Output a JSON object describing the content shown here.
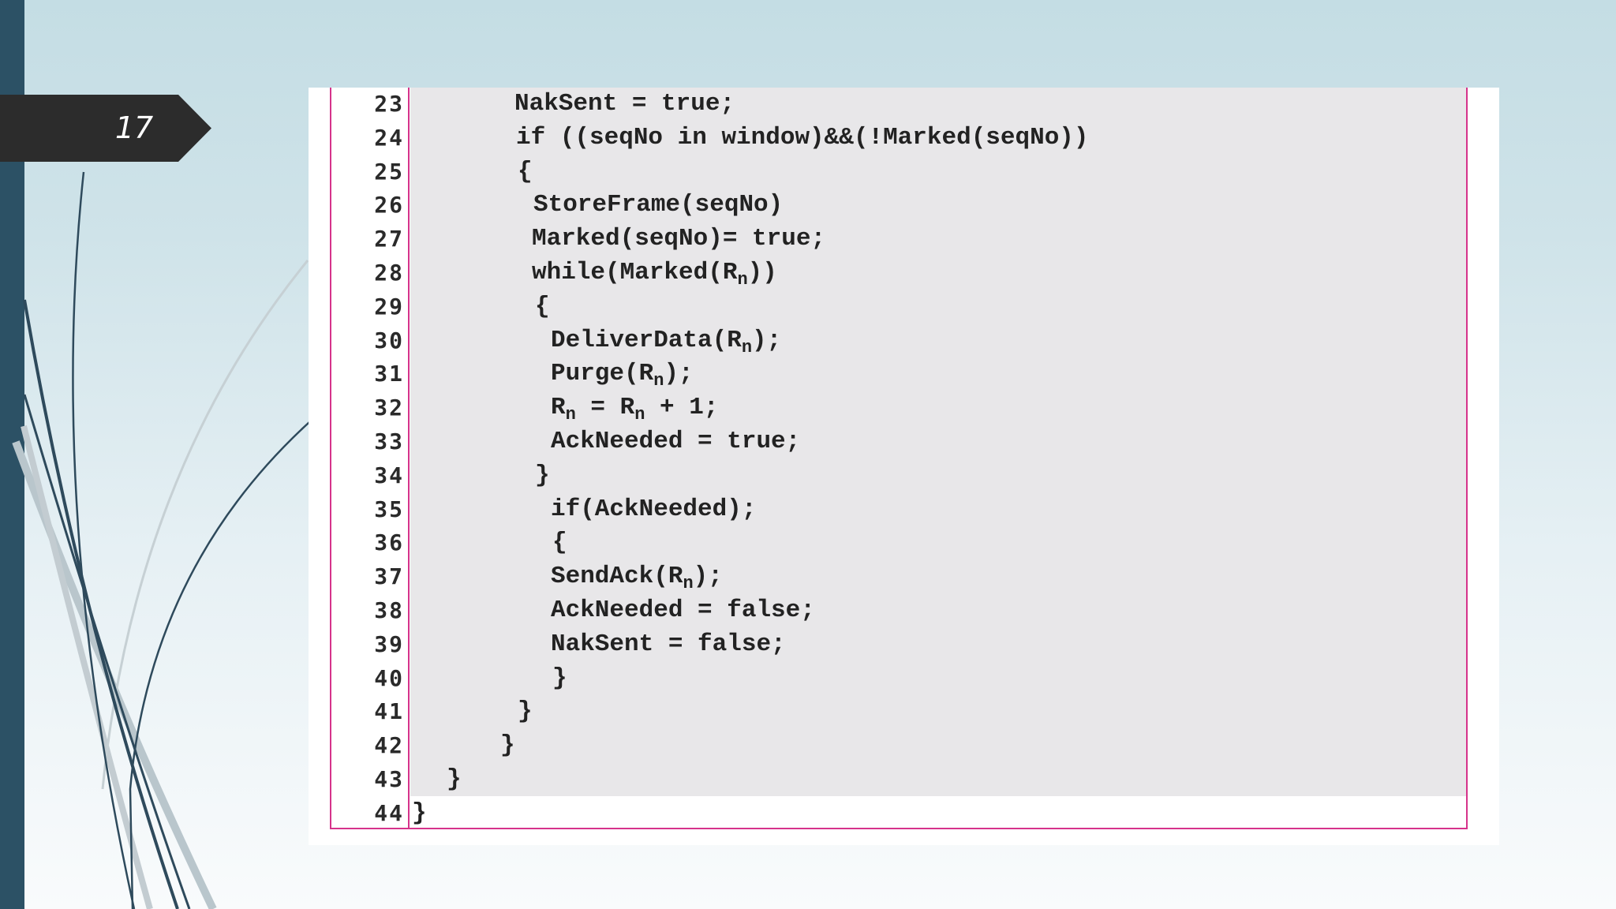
{
  "slide": {
    "number": "17"
  },
  "code": {
    "lines": [
      {
        "num": "23",
        "indent": 652,
        "parts": [
          {
            "t": "NakSent = true;"
          }
        ]
      },
      {
        "num": "24",
        "indent": 654,
        "parts": [
          {
            "t": "if ((seqNo in window)&&(!Marked(seqNo))"
          }
        ]
      },
      {
        "num": "25",
        "indent": 656,
        "parts": [
          {
            "t": "{"
          }
        ]
      },
      {
        "num": "26",
        "indent": 676,
        "parts": [
          {
            "t": "StoreFrame(seqNo)"
          }
        ]
      },
      {
        "num": "27",
        "indent": 674,
        "parts": [
          {
            "t": "Marked(seqNo)= true;"
          }
        ]
      },
      {
        "num": "28",
        "indent": 674,
        "parts": [
          {
            "t": "while(Marked(R"
          },
          {
            "s": "n"
          },
          {
            "t": "))"
          }
        ]
      },
      {
        "num": "29",
        "indent": 678,
        "parts": [
          {
            "t": "{"
          }
        ]
      },
      {
        "num": "30",
        "indent": 698,
        "parts": [
          {
            "t": "DeliverData(R"
          },
          {
            "s": "n"
          },
          {
            "t": ");"
          }
        ]
      },
      {
        "num": "31",
        "indent": 698,
        "parts": [
          {
            "t": "Purge(R"
          },
          {
            "s": "n"
          },
          {
            "t": ");"
          }
        ]
      },
      {
        "num": "32",
        "indent": 698,
        "parts": [
          {
            "t": "R"
          },
          {
            "s": "n"
          },
          {
            "t": " = R"
          },
          {
            "s": "n"
          },
          {
            "t": " + 1;"
          }
        ]
      },
      {
        "num": "33",
        "indent": 698,
        "parts": [
          {
            "t": "AckNeeded = true;"
          }
        ]
      },
      {
        "num": "34",
        "indent": 678,
        "parts": [
          {
            "t": "}"
          }
        ]
      },
      {
        "num": "35",
        "indent": 698,
        "parts": [
          {
            "t": "if(AckNeeded);"
          }
        ]
      },
      {
        "num": "36",
        "indent": 700,
        "parts": [
          {
            "t": "{"
          }
        ]
      },
      {
        "num": "37",
        "indent": 698,
        "parts": [
          {
            "t": "SendAck(R"
          },
          {
            "s": "n"
          },
          {
            "t": ");"
          }
        ]
      },
      {
        "num": "38",
        "indent": 698,
        "parts": [
          {
            "t": "AckNeeded = false;"
          }
        ]
      },
      {
        "num": "39",
        "indent": 698,
        "parts": [
          {
            "t": "NakSent = false;"
          }
        ]
      },
      {
        "num": "40",
        "indent": 700,
        "parts": [
          {
            "t": "}"
          }
        ]
      },
      {
        "num": "41",
        "indent": 656,
        "parts": [
          {
            "t": "}"
          }
        ]
      },
      {
        "num": "42",
        "indent": 634,
        "parts": [
          {
            "t": "}"
          }
        ]
      },
      {
        "num": "43",
        "indent": 566,
        "parts": [
          {
            "t": "}"
          }
        ]
      },
      {
        "num": "44",
        "indent": 522,
        "parts": [
          {
            "t": "}"
          }
        ]
      }
    ]
  }
}
